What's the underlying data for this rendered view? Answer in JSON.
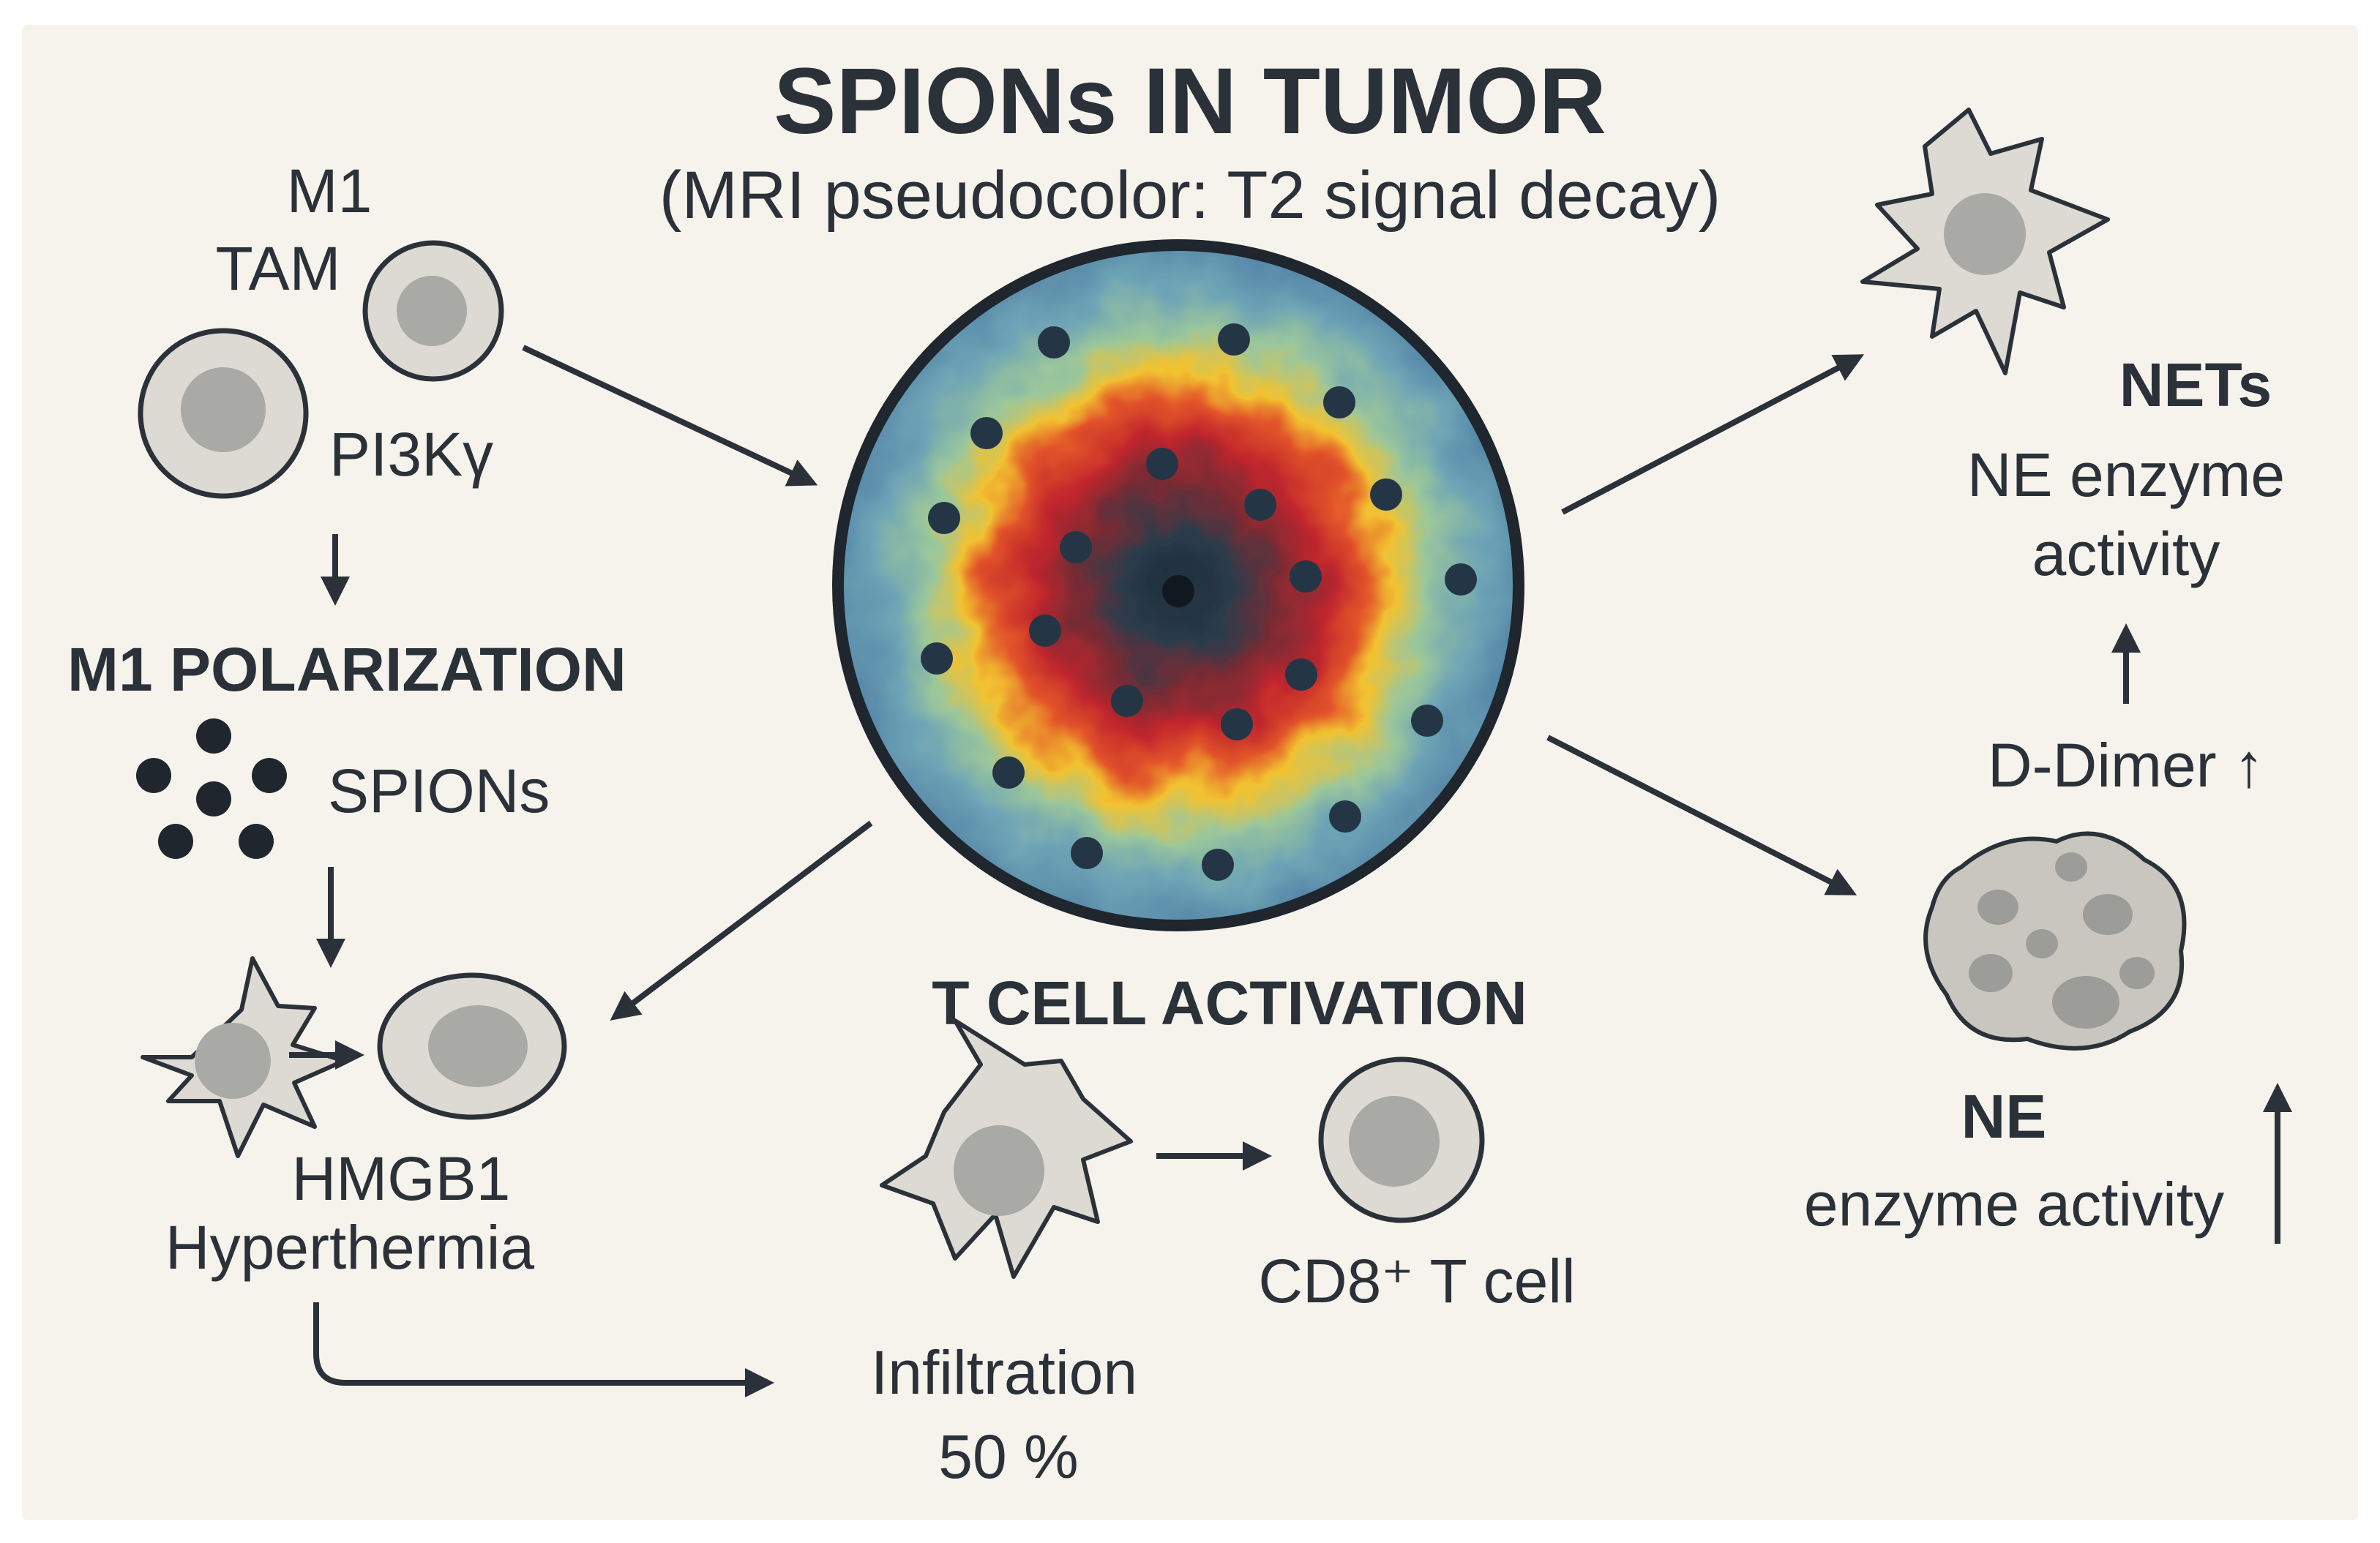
{
  "title": "SPIONs IN TUMOR",
  "subtitle": "(MRI pseudocolor: T2 signal decay)",
  "left_panel": {
    "m1_label": "M1",
    "tam_label": "TAM",
    "pi3k_label": "PI3Kγ",
    "polarization_label": "M1 POLARIZATION",
    "spions_label": "SPIONs",
    "hmgb1_label": "HMGB1",
    "hyperthermia_label": "Hyperthermia"
  },
  "center_panel": {
    "tcell_activation_label": "T CELL ACTIVATION",
    "cd8_label": "CD8⁺ T cell",
    "infiltration_label": "Infiltration",
    "infiltration_value": "50 %"
  },
  "right_panel": {
    "nets_label": "NETs",
    "nets_ne_line1": "NE enzyme",
    "nets_ne_line2": "activity",
    "ddimer_label": "D-Dimer ↑",
    "ne_label": "NE",
    "ne_activity_label": "enzyme activity"
  },
  "colors": {
    "background": "#f5f3ec",
    "ink": "#2b3138",
    "cell_fill": "#dcdad3",
    "nucleus": "#a9a9a6",
    "tumor_core": "#243645",
    "tumor_red": "#c1272d",
    "tumor_yellow": "#f2c230",
    "tumor_blue": "#4d7fa0"
  }
}
